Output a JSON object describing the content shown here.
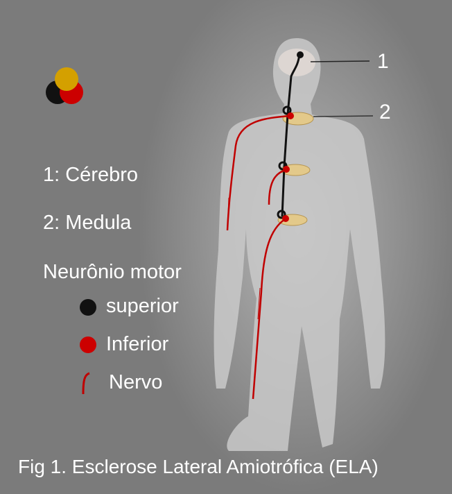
{
  "labels": {
    "one": "1",
    "two": "2"
  },
  "legend": {
    "item1": "1:  Cérebro",
    "item2": "2:  Medula",
    "heading": "Neurônio motor",
    "superior": "superior",
    "inferior": "Inferior",
    "nervo": "Nervo"
  },
  "caption": "Fig 1. Esclerose Lateral  Amiotrófica (ELA)",
  "colors": {
    "upper_neuron": "#111111",
    "lower_neuron": "#cc0000",
    "nerve": "#c00000",
    "logo_yellow": "#d4a000"
  }
}
